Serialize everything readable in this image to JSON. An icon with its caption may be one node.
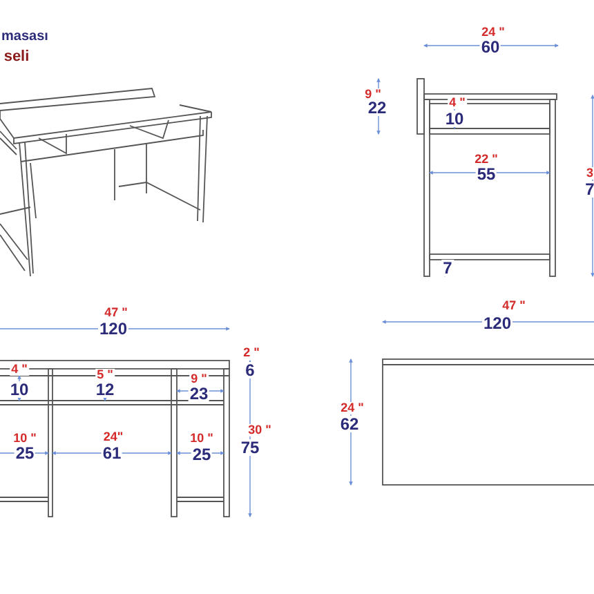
{
  "diagram": {
    "labels": [
      "masası",
      "seli",
      "24 \"",
      "60",
      "9 \"",
      "22",
      "4 \"",
      "10",
      "22 \"",
      "55",
      "3",
      "7",
      "7",
      "47 \"",
      "120",
      "2 \"",
      "6",
      "4 \"",
      "10",
      "5 \"",
      "12",
      "9 \"",
      "23",
      "10 \"",
      "25",
      "24\"",
      "61",
      "10 \"",
      "25",
      "30 \"",
      "75",
      "47 \"",
      "120",
      "24 \"",
      "62"
    ]
  }
}
